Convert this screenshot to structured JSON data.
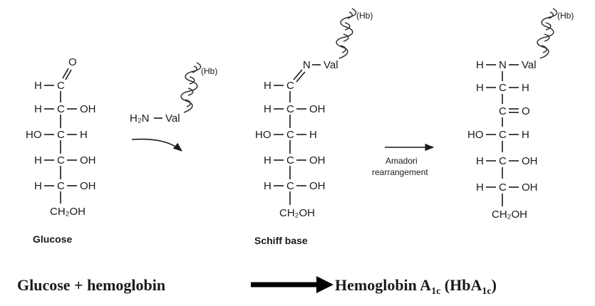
{
  "glucose": {
    "top": {
      "h": "H",
      "c": "C",
      "o": "O"
    },
    "rows": [
      {
        "left": "H",
        "right": "OH"
      },
      {
        "left": "HO",
        "right": "H"
      },
      {
        "left": "H",
        "right": "OH"
      },
      {
        "left": "H",
        "right": "OH"
      }
    ],
    "carbon": "C",
    "bottom": "CH₂OH",
    "caption": "Glucose"
  },
  "reagent": {
    "amine": "H₂N",
    "dash": "–",
    "val": "Val",
    "hb": "(Hb)"
  },
  "schiff": {
    "link": {
      "n": "N",
      "val": "Val",
      "hb": "(Hb)"
    },
    "top": {
      "h": "H",
      "c": "C"
    },
    "rows": [
      {
        "left": "H",
        "right": "OH"
      },
      {
        "left": "HO",
        "right": "H"
      },
      {
        "left": "H",
        "right": "OH"
      },
      {
        "left": "H",
        "right": "OH"
      }
    ],
    "carbon": "C",
    "bottom": "CH₂OH",
    "caption": "Schiff base"
  },
  "amadori": {
    "line1": "Amadori",
    "line2": "rearrangement"
  },
  "product": {
    "link": {
      "h": "H",
      "n": "N",
      "val": "Val",
      "hb": "(Hb)"
    },
    "top": {
      "h": "H",
      "c": "C",
      "r": "H"
    },
    "keto": {
      "c": "C",
      "o": "O"
    },
    "rows": [
      {
        "left": "HO",
        "right": "H"
      },
      {
        "left": "H",
        "right": "OH"
      },
      {
        "left": "H",
        "right": "OH"
      }
    ],
    "carbon": "C",
    "bottom": "CH₂OH"
  },
  "summary": {
    "left": "Glucose + hemoglobin",
    "right_main": "Hemoglobin A",
    "right_sub": "1c",
    "right_open": " (HbA",
    "right_sub2": "1c",
    "right_close": ")"
  }
}
